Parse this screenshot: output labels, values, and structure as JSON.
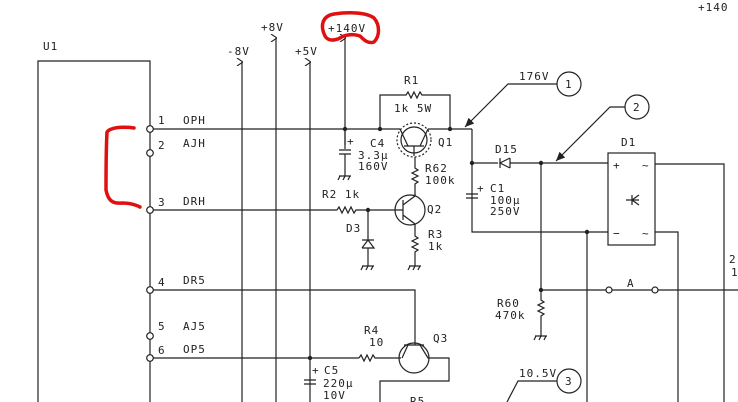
{
  "title": "Power supply schematic excerpt",
  "component_u1": {
    "label": "U1"
  },
  "pins": [
    {
      "number": "1",
      "name": "OPH"
    },
    {
      "number": "2",
      "name": "AJH"
    },
    {
      "number": "3",
      "name": "DRH"
    },
    {
      "number": "4",
      "name": "DR5"
    },
    {
      "number": "5",
      "name": "AJ5"
    },
    {
      "number": "6",
      "name": "OP5"
    }
  ],
  "rails": {
    "neg8": "-8V",
    "pos8": "+8V",
    "pos5": "+5V",
    "pos140": "+140V",
    "pos140_partial": "+140"
  },
  "components": {
    "r1": {
      "ref": "R1",
      "value": "1k 5W"
    },
    "q1": {
      "ref": "Q1"
    },
    "c4": {
      "ref": "C4",
      "value": "3.3µ",
      "voltage": "160V"
    },
    "r62": {
      "ref": "R62",
      "value": "100k"
    },
    "r2": {
      "ref": "R2 1k"
    },
    "q2": {
      "ref": "Q2"
    },
    "d3": {
      "ref": "D3"
    },
    "r3": {
      "ref": "R3",
      "value": "1k"
    },
    "d15": {
      "ref": "D15"
    },
    "c1": {
      "ref": "C1",
      "value": "100µ",
      "voltage": "250V"
    },
    "d1": {
      "ref": "D1",
      "plus": "+",
      "minus": "−",
      "ac1": "~",
      "ac2": "~"
    },
    "r60": {
      "ref": "R60",
      "value": "470k"
    },
    "jumper_a": {
      "ref": "A"
    },
    "r4": {
      "ref": "R4",
      "value": "10"
    },
    "q3": {
      "ref": "Q3"
    },
    "c5": {
      "ref": "C5",
      "value": "220µ",
      "voltage": "10V"
    },
    "r5": {
      "ref": "R5"
    }
  },
  "test_points": [
    {
      "number": "1",
      "voltage": "176V"
    },
    {
      "number": "2",
      "voltage": ""
    },
    {
      "number": "3",
      "voltage": "10.5V"
    }
  ],
  "edge_labels": {
    "right_top": "2",
    "right_bottom": "1"
  },
  "annotation_color": "#e01010"
}
